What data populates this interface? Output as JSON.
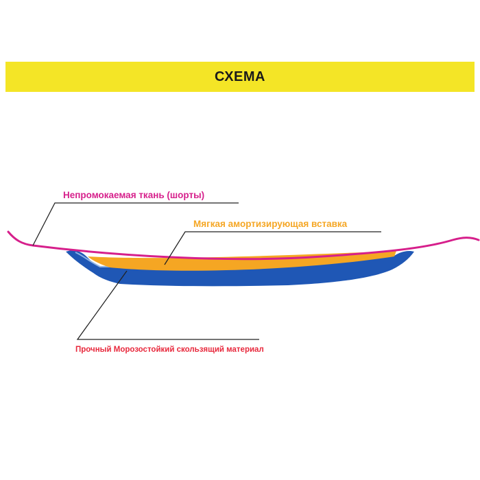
{
  "header": {
    "title": "СХЕМА"
  },
  "labels": {
    "fabric": "Непромокаемая ткань (шорты)",
    "insert": "Мягкая амортизирующая вставка",
    "base": "Прочный Морозостойкий скользящий материал"
  },
  "colors": {
    "banner": "#f4e526",
    "fabric": "#d61f8b",
    "insert": "#f5a623",
    "base": "#1f57b5",
    "base_label": "#e8283c",
    "leader": "#222222"
  }
}
